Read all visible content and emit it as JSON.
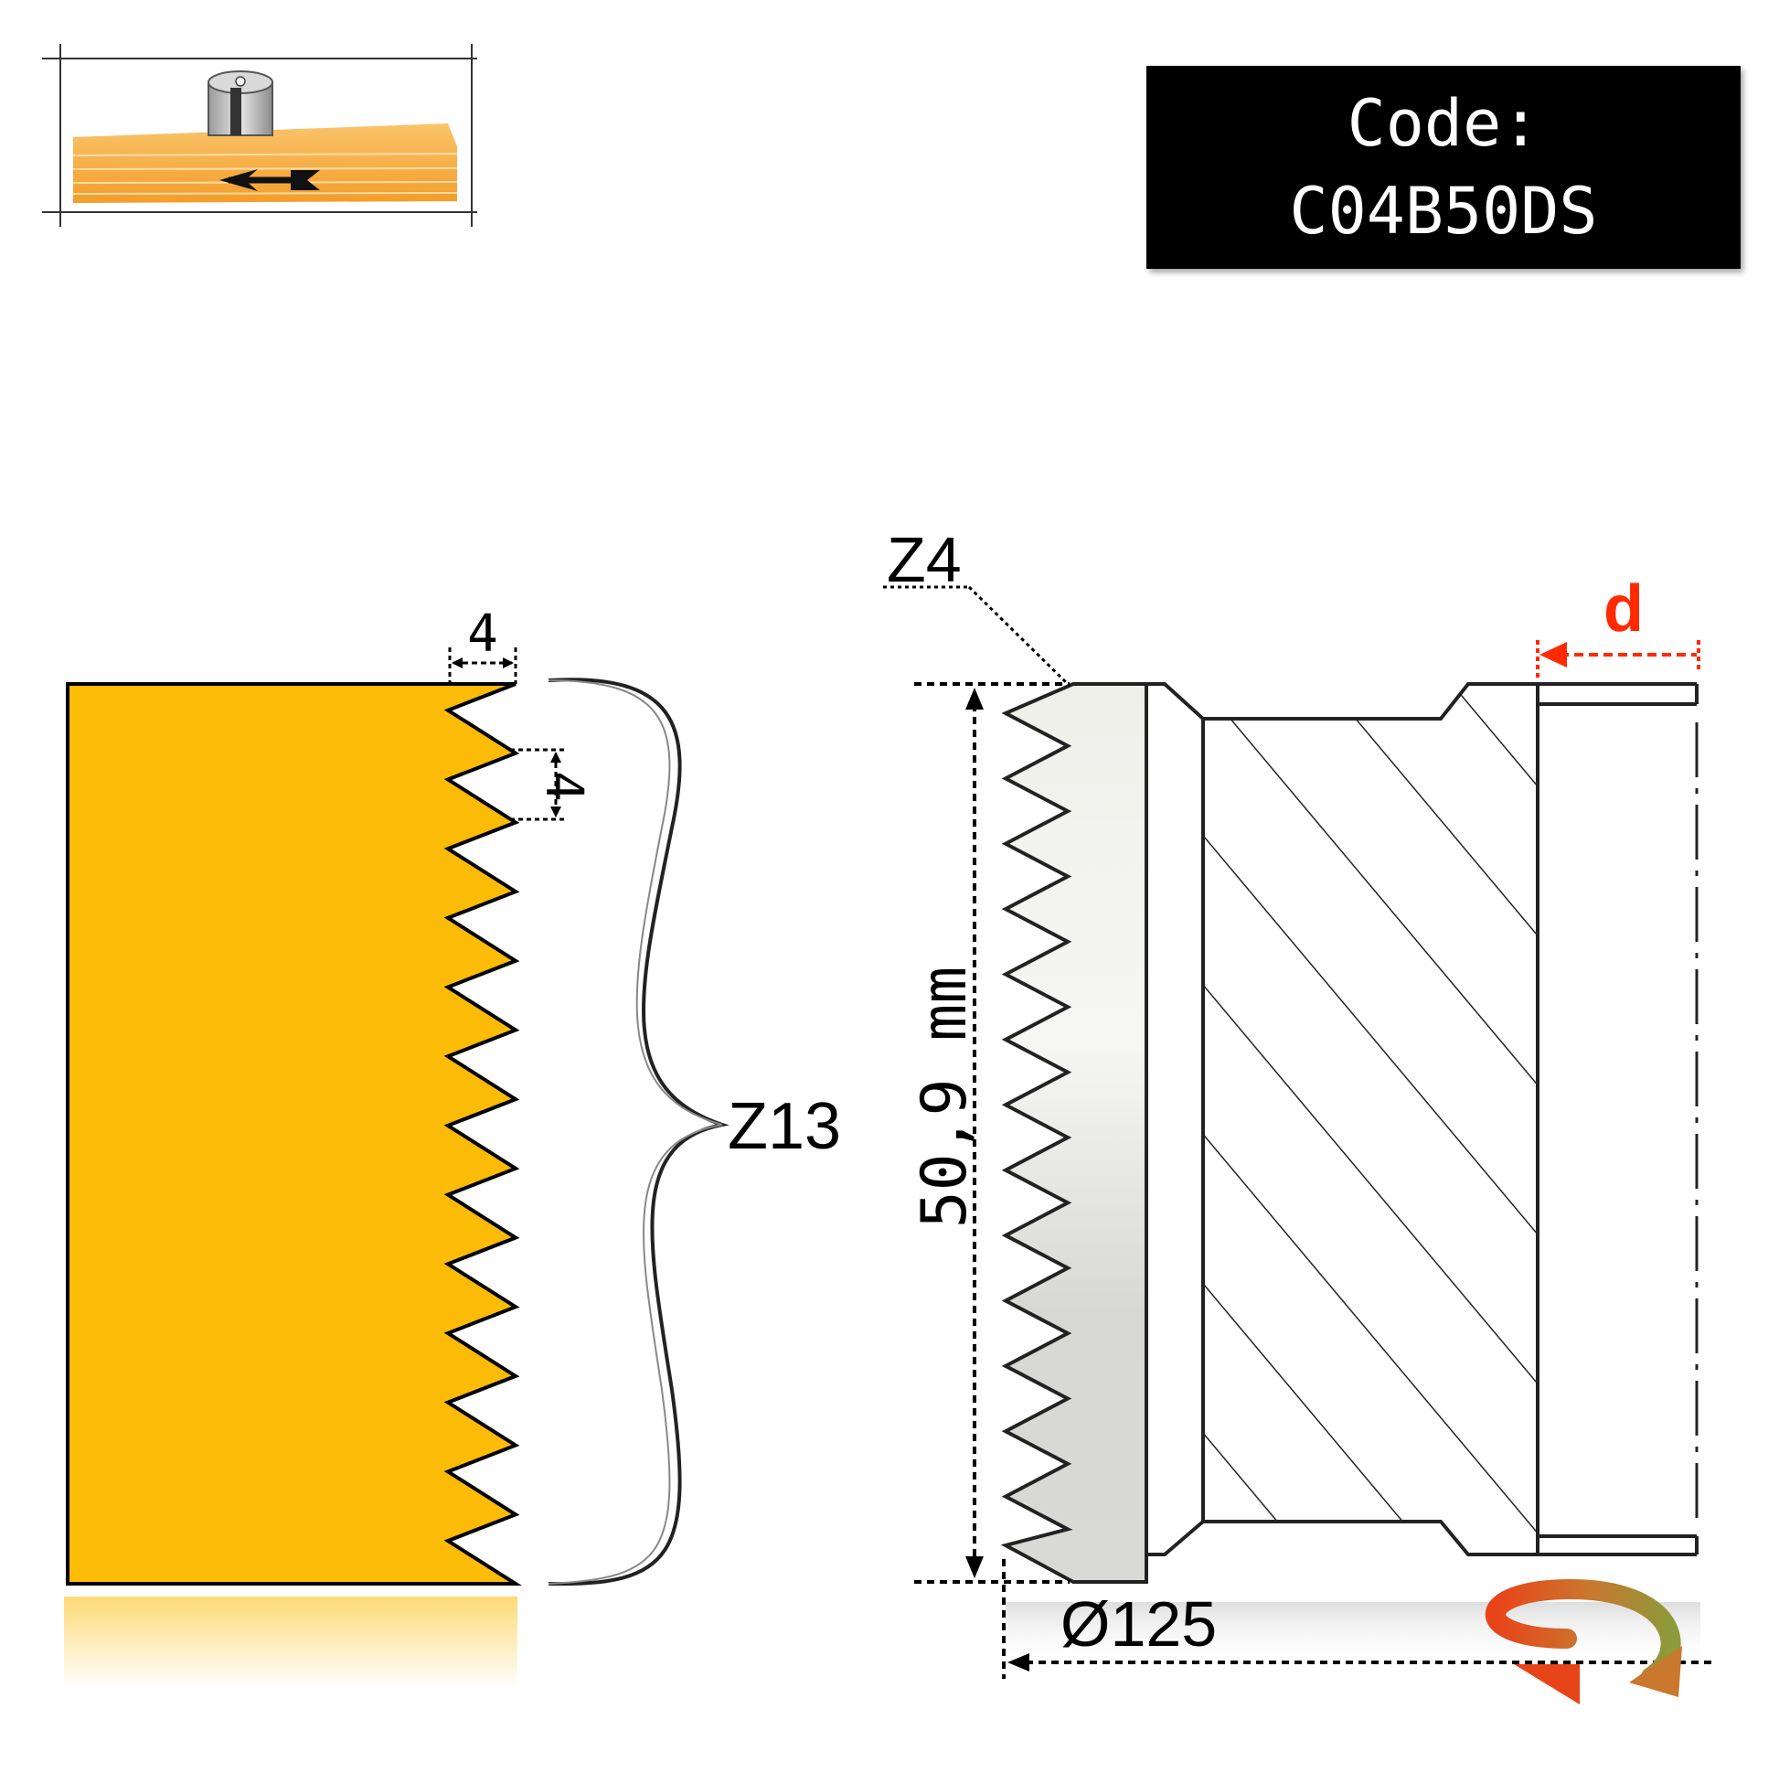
{
  "code": {
    "label": "Code:",
    "value": "C04B50DS"
  },
  "profile": {
    "pitch_width": "4",
    "pitch_height": "4",
    "tooth_count": "Z13"
  },
  "tool": {
    "cutter_count": "Z4",
    "height": "50,9 mm",
    "diameter": "Ø125",
    "bore_marker": "d"
  },
  "colors": {
    "profile_fill": "#fbbb07",
    "wood_fill": "#f8b24a",
    "accent_red": "#ff2a00",
    "black_box": "#000000"
  },
  "icons": {
    "feed_direction": "arrow-left-icon",
    "rotation": "rotation-arrow-icon"
  }
}
